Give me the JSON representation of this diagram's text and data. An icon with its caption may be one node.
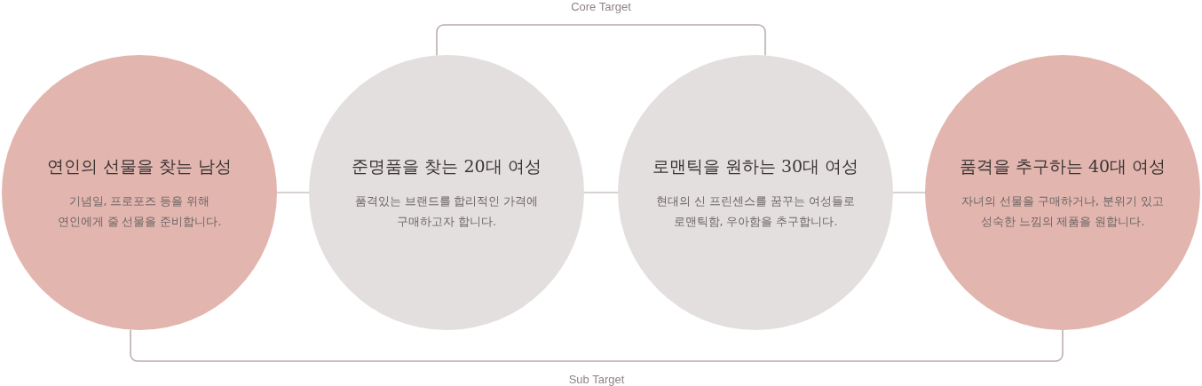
{
  "diagram": {
    "nodes": [
      {
        "text": [
          "연인의 선물을 찾는 남성",
          "기념일, 프로포즈 등을 위해 연인에게 줄 선물을 준비합니다."
        ]
      },
      {
        "text": [
          "준명품을 찾는 20대 여성",
          "품격있는 브랜드를 합리적인 가격에 구매하고자 합니다."
        ]
      },
      {
        "text": [
          "로맨틱을 원하는 30대 여성",
          "현대의 신 프린센스를 꿈꾸는 여성들로 로맨틱함, 우아함을 추구합니다."
        ]
      },
      {
        "text": [
          "품격을 추구하는 40대 여성",
          "자녀의 선물을 구매하거나, 분위기 있고 성숙한 느낌의 제품을 원합니다."
        ]
      }
    ],
    "edges": [
      {
        "from": 0,
        "to": 1,
        "arrow": "none"
      },
      {
        "from": 1,
        "to": 2,
        "arrow": "none"
      },
      {
        "from": 2,
        "to": 3,
        "arrow": "none"
      },
      {
        "from": 1,
        "to": 2,
        "arrow": "none",
        "label": "Core Target",
        "color": "#b8aaaa"
      },
      {
        "from": 0,
        "to": 3,
        "arrow": "none",
        "label": "Sub Target",
        "color": "#b8aaaa"
      }
    ]
  }
}
